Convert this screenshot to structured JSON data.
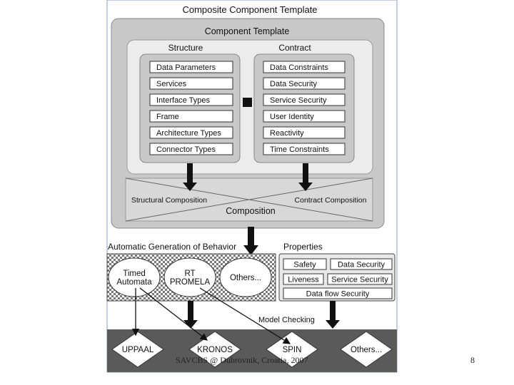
{
  "diagram": {
    "title": "Composite Component Template",
    "component_template": "Component Template",
    "structure": {
      "heading": "Structure",
      "items": [
        "Data Parameters",
        "Services",
        "Interface Types",
        "Frame",
        "Architecture Types",
        "Connector Types"
      ]
    },
    "contract": {
      "heading": "Contract",
      "items": [
        "Data Constraints",
        "Data Security",
        "Service Security",
        "User Identity",
        "Reactivity",
        "Time Constraints"
      ]
    },
    "composition": {
      "structural": "Structural Composition",
      "contract": "Contract Composition",
      "label": "Composition"
    },
    "behavior": {
      "heading": "Automatic Generation of Behavior",
      "models": [
        "Timed\nAutomata",
        "RT\nPROMELA",
        "Others..."
      ]
    },
    "properties": {
      "heading": "Properties",
      "items": [
        "Safety",
        "Data Security",
        "Liveness",
        "Service Security",
        "Data flow Security"
      ]
    },
    "model_checking": "Model Checking",
    "checkers": [
      "UPPAAL",
      "KRONOS",
      "SPIN",
      "Others..."
    ]
  },
  "footer": {
    "source": "SAVCBS @ Dubrovnik, Croatia, 2007",
    "page_number": "8"
  },
  "colors": {
    "outer_gray": "#c8c8c8",
    "inner_light": "#ececec",
    "dark_band": "#5a5a5a",
    "border": "#222222"
  }
}
